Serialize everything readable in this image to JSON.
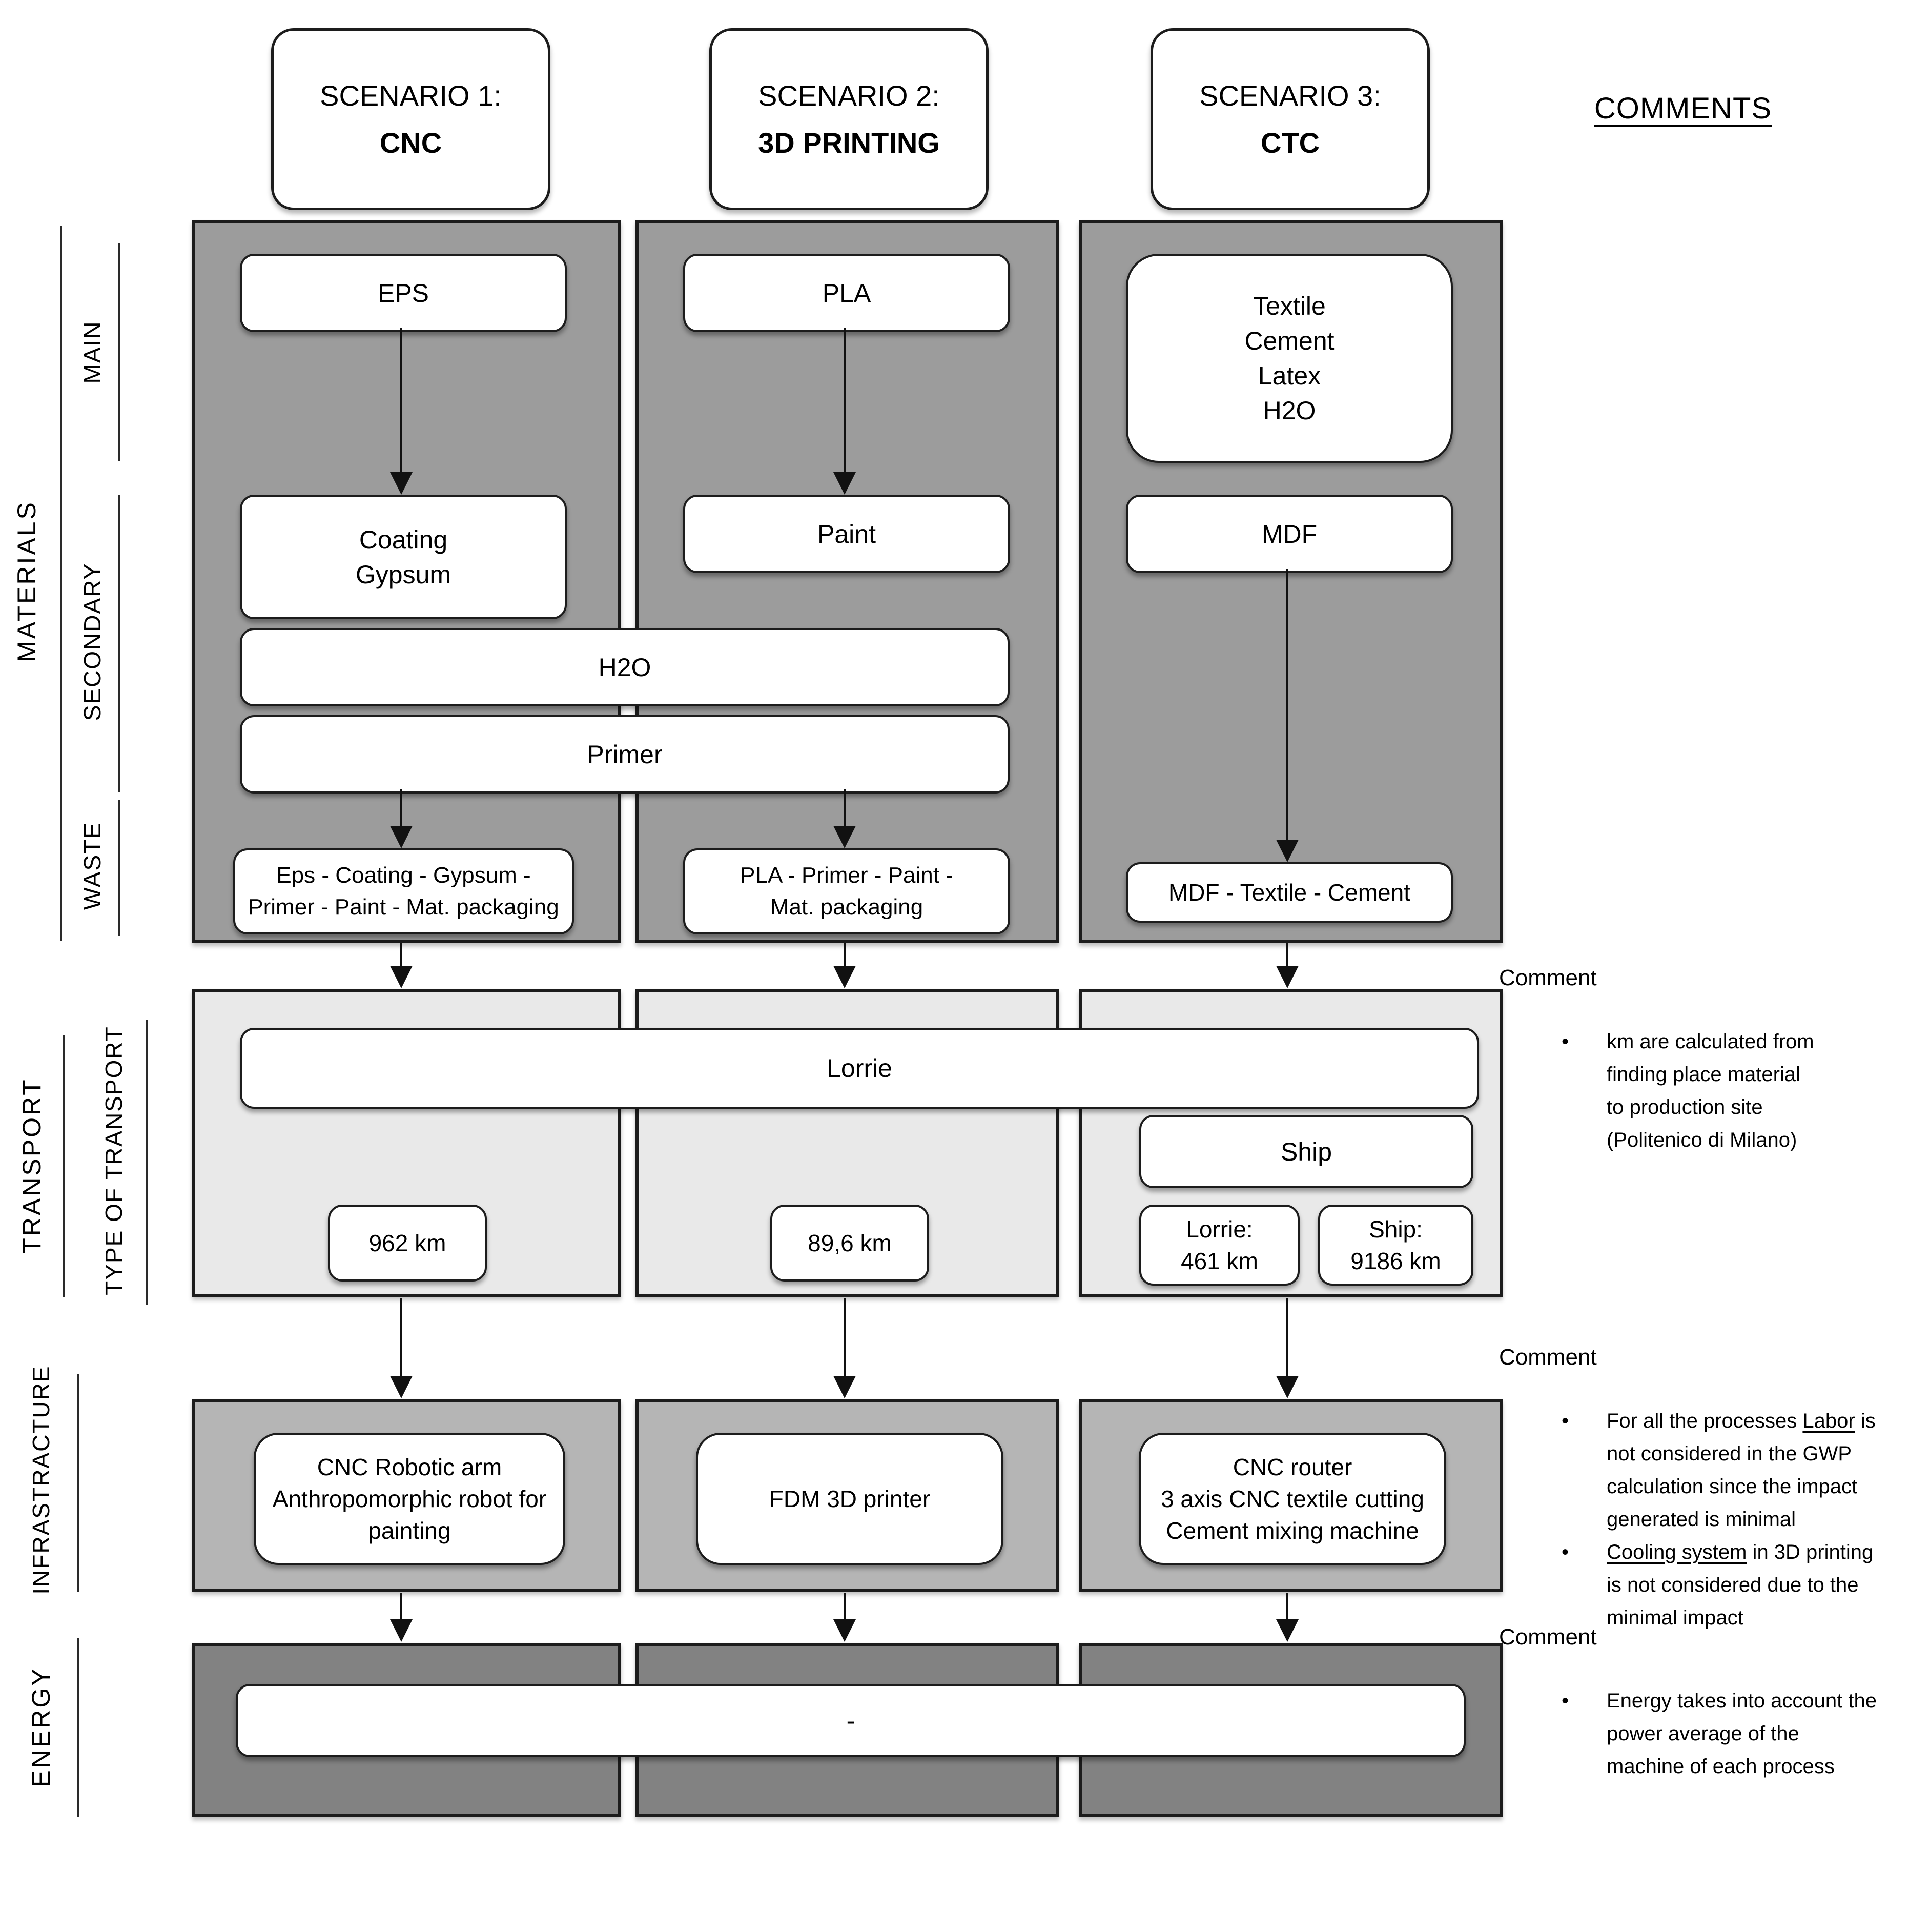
{
  "colors": {
    "band_materials": "#9c9c9c",
    "band_transport": "#e9e9e9",
    "band_infrastructure": "#b5b5b5",
    "band_energy": "#828282",
    "box_background": "#ffffff",
    "line": "#1c1c1c"
  },
  "header": {
    "scenarios": [
      {
        "line1": "SCENARIO 1:",
        "line2": "CNC"
      },
      {
        "line1": "SCENARIO 2:",
        "line2": "3D PRINTING"
      },
      {
        "line1": "SCENARIO 3:",
        "line2": "CTC"
      }
    ],
    "comments_title": "COMMENTS"
  },
  "side_labels": {
    "materials": "MATERIALS",
    "main": "MAIN",
    "secondary": "SECONDARY",
    "waste": "WASTE",
    "transport": "TRANSPORT",
    "type_of_transport": "TYPE OF TRANSPORT",
    "infrastructure": "INFRASTRACTURE",
    "energy": "ENERGY"
  },
  "materials": {
    "main": {
      "s1": "EPS",
      "s2": "PLA",
      "s3_lines": [
        "Textile",
        "Cement",
        "Latex",
        "H2O"
      ]
    },
    "secondary": {
      "s1_lines": [
        "Coating",
        "Gypsum"
      ],
      "s2": "Paint",
      "s3": "MDF",
      "shared_h2o": "H2O",
      "shared_primer": "Primer"
    },
    "waste": {
      "s1_lines": [
        "Eps - Coating - Gypsum -",
        "Primer - Paint - Mat. packaging"
      ],
      "s2_lines": [
        "PLA - Primer - Paint -",
        "Mat. packaging"
      ],
      "s3": "MDF - Textile - Cement"
    }
  },
  "transport": {
    "shared_lorrie": "Lorrie",
    "s1_distance": "962 km",
    "s2_distance": "89,6 km",
    "s3_ship": "Ship",
    "s3_lorrie_lines": [
      "Lorrie:",
      "461 km"
    ],
    "s3_ship_lines": [
      "Ship:",
      "9186 km"
    ]
  },
  "infrastructure": {
    "s1_lines": [
      "CNC Robotic arm",
      "Anthropomorphic robot for",
      "painting"
    ],
    "s2": "FDM 3D printer",
    "s3_lines": [
      "CNC router",
      "3 axis CNC textile cutting",
      "Cement mixing machine"
    ]
  },
  "energy": {
    "shared_value": "-"
  },
  "comments": [
    {
      "title": "Comment",
      "bullets": [
        {
          "lines": [
            "km are calculated from",
            "finding place material",
            "to production site",
            "(Politenico di Milano)"
          ]
        }
      ]
    },
    {
      "title": "Comment",
      "bullets": [
        {
          "lines": [
            "For all the processes __Labor__ is",
            "not considered in the GWP",
            "calculation since the impact",
            "generated is minimal"
          ]
        },
        {
          "lines": [
            "__Cooling system__ in 3D printing",
            "is not considered due to the",
            "minimal impact"
          ]
        }
      ]
    },
    {
      "title": "Comment",
      "bullets": [
        {
          "lines": [
            "Energy takes into account the",
            "power average of the",
            "machine of each process"
          ]
        }
      ]
    }
  ]
}
